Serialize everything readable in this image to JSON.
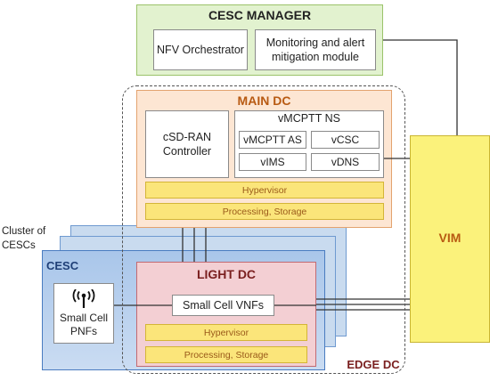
{
  "cesc_manager": {
    "title": "CESC MANAGER",
    "nfv_orchestrator": "NFV Orchestrator",
    "monitoring_module": "Monitoring and alert mitigation module"
  },
  "main_dc": {
    "title": "MAIN DC",
    "csd_ran_controller": "cSD-RAN Controller",
    "vmcptt_ns": {
      "title": "vMCPTT NS",
      "components": [
        "vMCPTT AS",
        "vCSC",
        "vIMS",
        "vDNS"
      ]
    },
    "hypervisor": "Hypervisor",
    "processing_storage": "Processing, Storage"
  },
  "edge_dc": {
    "title": "EDGE DC"
  },
  "cluster_label": "Cluster of CESCs",
  "cesc": {
    "title": "CESC",
    "small_cell_pnfs": "Small Cell PNFs"
  },
  "light_dc": {
    "title": "LIGHT DC",
    "small_cell_vnfs": "Small Cell VNFs",
    "hypervisor": "Hypervisor",
    "processing_storage": "Processing, Storage"
  },
  "vim": {
    "label": "VIM"
  },
  "colors": {
    "manager_fill": "#e2f2cf",
    "main_dc_fill": "#fde6d3",
    "light_dc_fill": "#f3cfd3",
    "cesc_fill": "#a9c6ea",
    "vim_fill": "#fbf27b",
    "layer_fill": "#fbe57a"
  },
  "icons": {
    "antenna": "antenna-icon"
  }
}
